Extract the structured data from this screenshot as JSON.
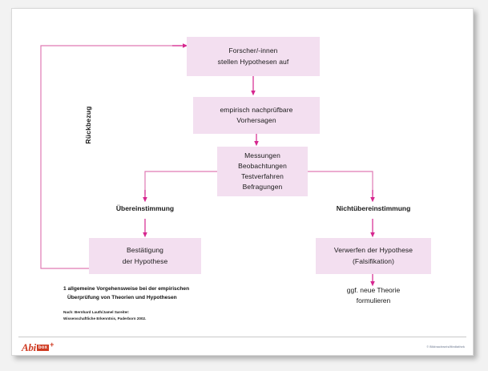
{
  "diagram": {
    "title_caption": {
      "number": "1",
      "line1": "allgemeine Vorgehensweise bei der empirischen",
      "line2": "Überprüfung von Theorien und Hypothesen"
    },
    "source": {
      "line1": "Nach: Bernhard Lauth/Jamel Sareiter:",
      "line2": "Wissenschaftliche Erkenntnis, Paderborn 2002."
    },
    "loop_label": "Rückbezug",
    "boxes": [
      {
        "id": "hypothesen",
        "line1": "Forscher/-innen",
        "line2": "stellen Hypothesen auf"
      },
      {
        "id": "vorhersagen",
        "line1": "empirisch nachprüfbare",
        "line2": "Vorhersagen"
      },
      {
        "id": "messungen",
        "line1": "Messungen",
        "line2": "Beobachtungen",
        "line3": "Testverfahren",
        "line4": "Befragungen"
      },
      {
        "id": "bestaetigung",
        "line1": "Bestätigung",
        "line2": "der Hypothese"
      },
      {
        "id": "verwerfen",
        "line1": "Verwerfen der Hypothese",
        "line2": "(Falsifikation)"
      }
    ],
    "branch_labels": {
      "left": "Übereinstimmung",
      "right": "Nichtübereinstimmung"
    },
    "outcome": {
      "line1": "ggf. neue Theorie",
      "line2": "formulieren"
    },
    "colors": {
      "box_fill": "#f3dff0",
      "arrow": "#d6268f",
      "wire": "#e07ab4",
      "text": "#1a1a1a",
      "logo": "#cf3a21"
    }
  },
  "footer": {
    "logo_word": "Abi",
    "logo_badge": "box",
    "logo_plus": "+",
    "credit": "© Bildnachweis/Mediathek"
  }
}
